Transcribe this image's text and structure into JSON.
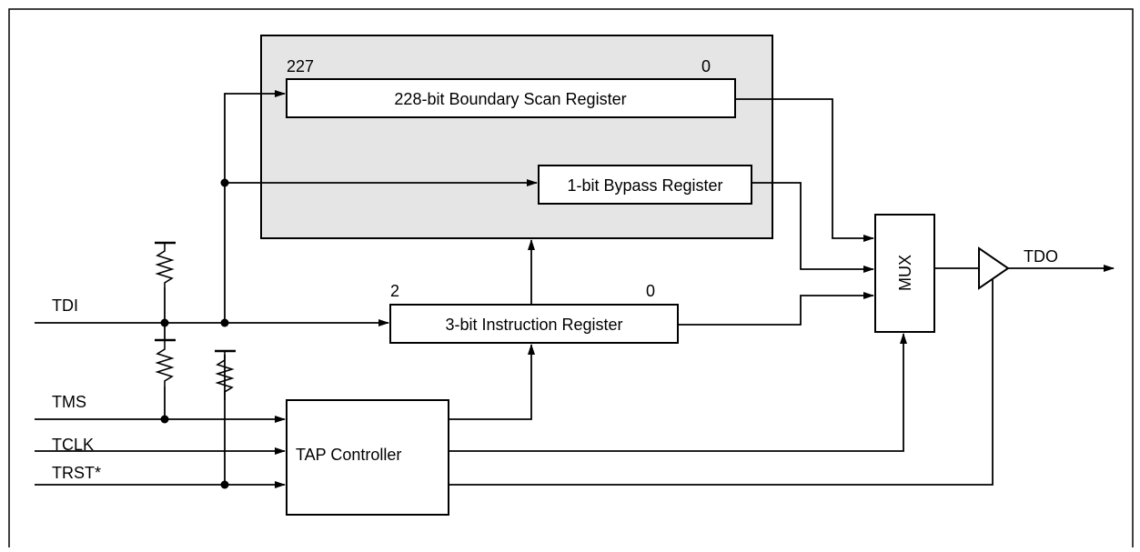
{
  "signals": {
    "tdi": "TDI",
    "tms": "TMS",
    "tclk": "TCLK",
    "trst": "TRST*",
    "tdo": "TDO"
  },
  "boundary_scan": {
    "label": "228-bit Boundary Scan Register",
    "msb": "227",
    "lsb": "0"
  },
  "bypass": {
    "label": "1-bit Bypass Register"
  },
  "instruction": {
    "label": "3-bit Instruction Register",
    "msb": "2",
    "lsb": "0"
  },
  "tap": {
    "label": "TAP Controller"
  },
  "mux": {
    "label": "MUX"
  }
}
